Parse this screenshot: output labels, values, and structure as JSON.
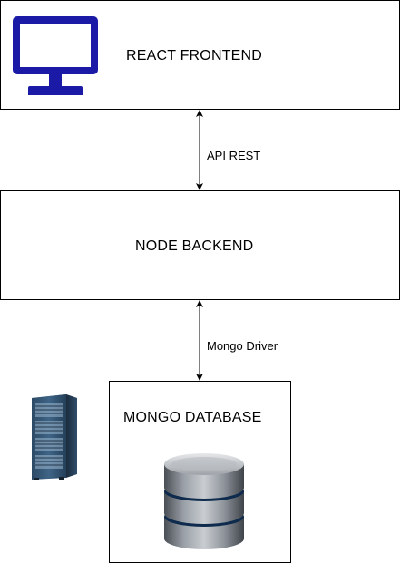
{
  "nodes": {
    "frontend": {
      "label": "REACT FRONTEND",
      "icon": "monitor-icon",
      "icon_color": "#1a1aa6"
    },
    "backend": {
      "label": "NODE BACKEND",
      "icon": "server-rack-icon"
    },
    "database": {
      "label": "MONGO DATABASE",
      "icon": "database-cylinder-icon",
      "accent_color": "#3aa0ff"
    }
  },
  "edges": [
    {
      "from": "frontend",
      "to": "backend",
      "label": "API REST",
      "style": "bidirectional-arrow"
    },
    {
      "from": "backend",
      "to": "database",
      "label": "Mongo Driver",
      "style": "bidirectional-arrow"
    }
  ]
}
